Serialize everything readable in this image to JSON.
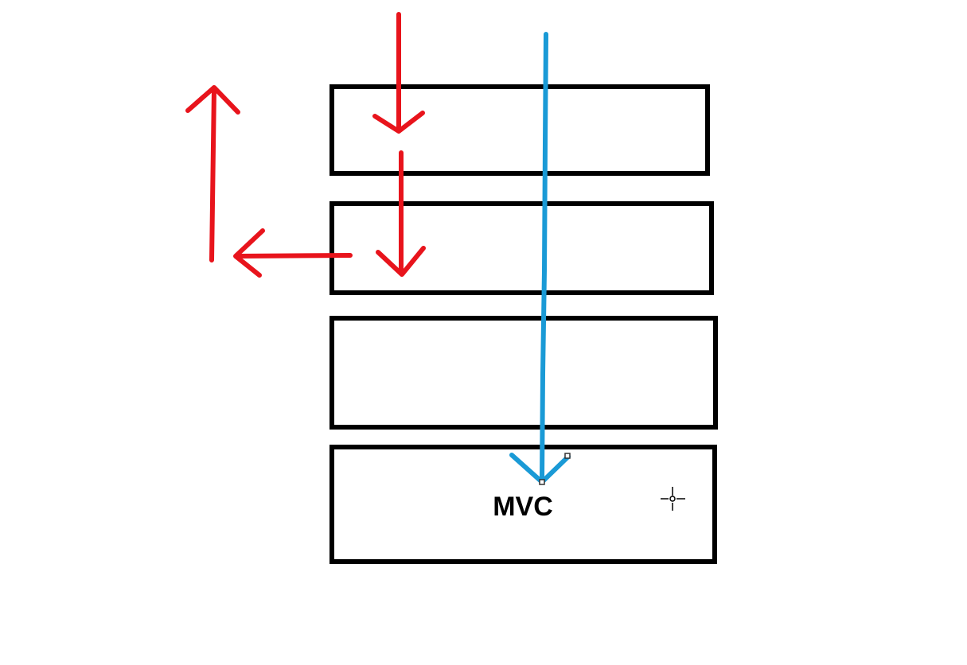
{
  "diagram": {
    "layers": [
      {
        "id": "layer-1",
        "label": ""
      },
      {
        "id": "layer-2",
        "label": ""
      },
      {
        "id": "layer-3",
        "label": ""
      },
      {
        "id": "layer-4",
        "label": "MVC"
      }
    ],
    "colors": {
      "box_stroke": "#000000",
      "red_arrows": "#e8141c",
      "blue_arrow": "#1a9ad6",
      "cursor": "#000000"
    },
    "icons": [
      "crosshair-cursor-icon"
    ]
  }
}
